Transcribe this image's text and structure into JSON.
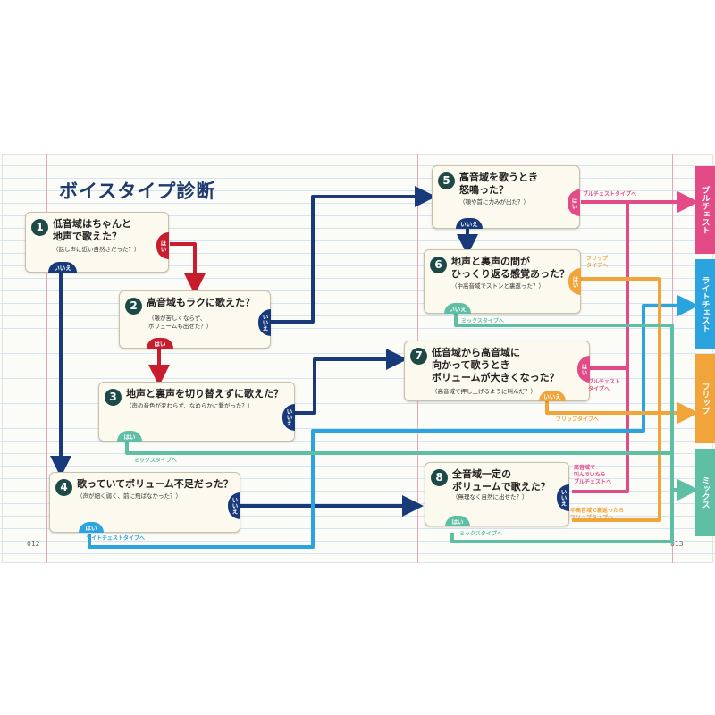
{
  "title": "ボイスタイプ診断",
  "pages": {
    "left": "012",
    "right": "013"
  },
  "questions": [
    {
      "num": "1",
      "text": "低音域はちゃんと\n地声で歌えた？",
      "sub": "（話し声に近い自然さだった？）",
      "yes": "はい",
      "no": "いいえ"
    },
    {
      "num": "2",
      "text": "高音域もラクに歌えた？",
      "sub": "（喉が苦しくならず、\nボリュームも出せた？）",
      "yes": "はい",
      "no": "いいえ"
    },
    {
      "num": "3",
      "text": "地声と裏声を切り替えずに歌えた？",
      "sub": "（声の音色が変わらず、なめらかに繋がった？）",
      "yes": "はい",
      "no": "いいえ"
    },
    {
      "num": "4",
      "text": "歌っていてボリューム不足だった？",
      "sub": "（声が細く弱く、前に飛ばなかった？）",
      "yes": "はい",
      "no": "いいえ"
    },
    {
      "num": "5",
      "text": "高音域を歌うとき\n怒鳴った？",
      "sub": "（顎や首に力みが出た？）",
      "yes": "はい",
      "no": "いいえ"
    },
    {
      "num": "6",
      "text": "地声と裏声の間が\nひっくり返る感覚あった？",
      "sub": "（中高音域でストンと裏返った？）",
      "yes": "はい",
      "no": "いいえ"
    },
    {
      "num": "7",
      "text": "低音域から高音域に\n向かって歌うとき\nボリュームが大きくなった？",
      "sub": "（高音域で押し上げるように叫んだ？）",
      "yes": "はい",
      "no": "いいえ"
    },
    {
      "num": "8",
      "text": "全音域一定の\nボリュームで歌えた？",
      "sub": "（無理なく自然に出せた？）",
      "yes": "はい",
      "no": "いいえ"
    }
  ],
  "route_labels": {
    "q3_yes": "ミックスタイプへ",
    "q4_yes": "ライトチェストタイプへ",
    "q5_yes": "ブルチェストタイプへ",
    "q6_yes": "フリップ\nタイプへ",
    "q6_no": "ミックスタイプへ",
    "q7_yes": "ブルチェスト\nタイプへ",
    "q7_no": "フリップタイプへ",
    "q8_yes": "ミックスタイプへ",
    "q8_no1": "高音域で\n叫んでいたら\nブルチェストへ",
    "q8_no2": "中高音域で裏返ったら\nフリップタイプへ"
  },
  "types": [
    {
      "label": "ブルチェスト",
      "color": "#e34b87"
    },
    {
      "label": "ライトチェスト",
      "color": "#2ba3de"
    },
    {
      "label": "フリップ",
      "color": "#f0a43a"
    },
    {
      "label": "ミックス",
      "color": "#5fbfa5"
    }
  ],
  "colors": {
    "navy": "#183a7a",
    "red": "#c81d2e",
    "green": "#5fbfa5",
    "blue": "#2ba3de",
    "pink": "#e34b87",
    "orange": "#f0a43a",
    "number": "#1d4a47"
  }
}
